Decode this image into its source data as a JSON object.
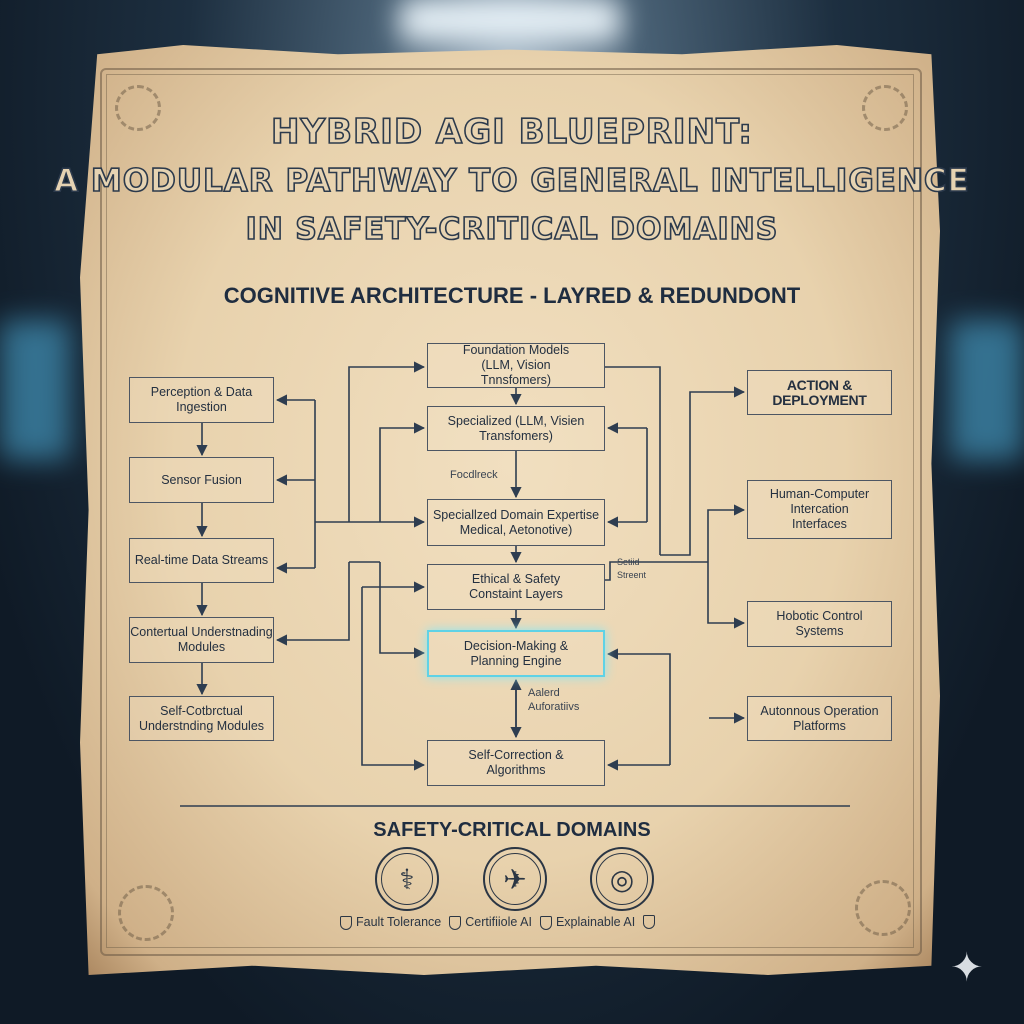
{
  "title": {
    "line1": "Hybrid AGI Blueprint:",
    "line2": "A Modular Pathway to General Intelligence",
    "line3": "in Safety-Critical Domains"
  },
  "subtitle": "Cognitive Architecture - Layred & Redundont",
  "left_column": [
    "Perception & Data Ingestion",
    "Sensor Fusion",
    "Real-time Data Streams",
    "Contertual Understnading Modules",
    "Self-Cotbrctual Understnding Modules"
  ],
  "center_column": [
    "Foundation Models (LLM, Vision Tnnsfomers)",
    "Specialized (LLM, Visien Transfomers)",
    "Speciallzed Domain Expertise Medical, Aetonotive)",
    "Ethical & Safety Constaint Layers",
    "Decision-Making & Planning Engine",
    "Self-Correction & Algorithms"
  ],
  "right_column": {
    "header": "Action & Deployment",
    "items": [
      "Human-Computer Intercation Interfaces",
      "Hobotic Control Systems",
      "Autonnous Operation Platforms"
    ]
  },
  "labels": {
    "feedback": "Focdlreck",
    "setiid": "Setiid Streent",
    "aalerd": "Aalerd Auforatiivs"
  },
  "domains": {
    "title": "Safety-Critical Domains",
    "icons": [
      "caduceus-icon",
      "airplane-icon",
      "steering-wheel-icon"
    ],
    "badges": [
      "Fault Tolerance",
      "Certifiiole AI",
      "Explainable AI"
    ]
  },
  "colors": {
    "ink": "#243040",
    "highlight": "#5fd2e6",
    "parchment": "#ecd8b6"
  }
}
